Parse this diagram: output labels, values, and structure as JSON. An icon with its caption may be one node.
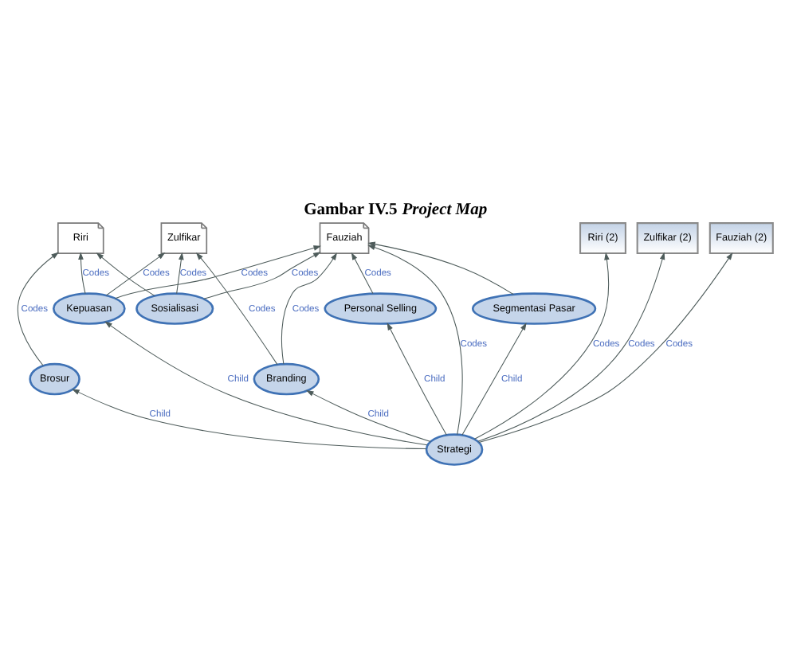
{
  "diagram": {
    "title": "Gambar IV.5 *Project Map*",
    "nodes": [
      {
        "text": [
          "Zulfikar"
        ]
      },
      {
        "text": [
          "Riri (2)"
        ]
      },
      {
        "text": [
          "Zulfikar (2)"
        ]
      },
      {
        "text": [
          "Riri"
        ]
      },
      {
        "text": [
          "Fauziah (2)"
        ]
      },
      {
        "text": [
          "Fauziah"
        ]
      },
      {
        "text": [
          "Sosialisasi"
        ]
      },
      {
        "text": [
          "Strategi"
        ]
      },
      {
        "text": [
          "Branding"
        ]
      },
      {
        "text": [
          "Segmentasi Pasar"
        ]
      },
      {
        "text": [
          "Brosur"
        ]
      },
      {
        "text": [
          "Personal Selling"
        ]
      },
      {
        "text": [
          "Kepuasan"
        ]
      }
    ],
    "edges": [
      {
        "from": 6,
        "to": 0,
        "arrow": "to",
        "label": "Codes"
      },
      {
        "from": 6,
        "to": 3,
        "arrow": "to"
      },
      {
        "from": 6,
        "to": 5,
        "arrow": "to",
        "label": "Codes"
      },
      {
        "from": 7,
        "to": 1,
        "arrow": "to",
        "label": "Codes"
      },
      {
        "from": 7,
        "to": 2,
        "arrow": "to",
        "label": "Codes"
      },
      {
        "from": 7,
        "to": 4,
        "arrow": "to",
        "label": "Codes"
      },
      {
        "from": 7,
        "to": 5,
        "arrow": "to",
        "label": "Codes"
      },
      {
        "from": 8,
        "to": 5,
        "arrow": "to",
        "label": "Codes"
      },
      {
        "from": 8,
        "to": 0,
        "arrow": "to",
        "label": "Codes"
      },
      {
        "from": 12,
        "to": 0,
        "arrow": "to",
        "label": "Codes"
      },
      {
        "from": 10,
        "to": 3,
        "arrow": "to",
        "label": "Codes"
      },
      {
        "from": 12,
        "to": 3,
        "arrow": "to",
        "label": "Codes"
      },
      {
        "from": 9,
        "to": 5,
        "arrow": "to"
      },
      {
        "from": 11,
        "to": 5,
        "arrow": "to",
        "label": "Codes"
      },
      {
        "from": 12,
        "to": 5,
        "arrow": "to",
        "label": "Codes"
      },
      {
        "from": 7,
        "to": 8,
        "arrow": "to",
        "label": "Child"
      },
      {
        "from": 7,
        "to": 10,
        "arrow": "to",
        "label": "Child"
      },
      {
        "from": 7,
        "to": 12,
        "arrow": "to",
        "label": "Child"
      },
      {
        "from": 7,
        "to": 11,
        "arrow": "to",
        "label": "Child"
      },
      {
        "from": 7,
        "to": 9,
        "arrow": "to",
        "label": "Child"
      }
    ]
  }
}
